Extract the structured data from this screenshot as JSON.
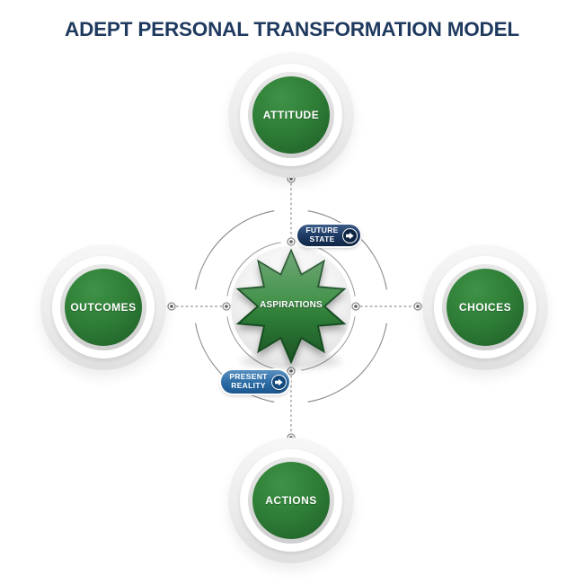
{
  "title": "ADEPT PERSONAL TRANSFORMATION MODEL",
  "center": {
    "label": "ASPIRATIONS",
    "shape": "ten-point-starburst"
  },
  "nodes": [
    {
      "id": "attitude",
      "label": "ATTITUDE",
      "position": "top"
    },
    {
      "id": "outcomes",
      "label": "OUTCOMES",
      "position": "left"
    },
    {
      "id": "choices",
      "label": "CHOICES",
      "position": "right"
    },
    {
      "id": "actions",
      "label": "ACTIONS",
      "position": "bottom"
    }
  ],
  "badges": [
    {
      "id": "future-state",
      "line1": "FUTURE",
      "line2": "STATE",
      "icon": "forward-arrow-icon",
      "color": "#1c3a63"
    },
    {
      "id": "present-reality",
      "line1": "PRESENT",
      "line2": "REALITY",
      "icon": "forward-arrow-icon",
      "color": "#2d6da6"
    }
  ],
  "colors": {
    "background": "#ffffff",
    "title_navy": "#1f3a5f",
    "node_green": "#2e7d36",
    "node_green_dark": "#1e5c28",
    "badge_navy": "#1c3a63",
    "badge_blue": "#2d6da6",
    "connector_gray": "#8d8d8d"
  }
}
